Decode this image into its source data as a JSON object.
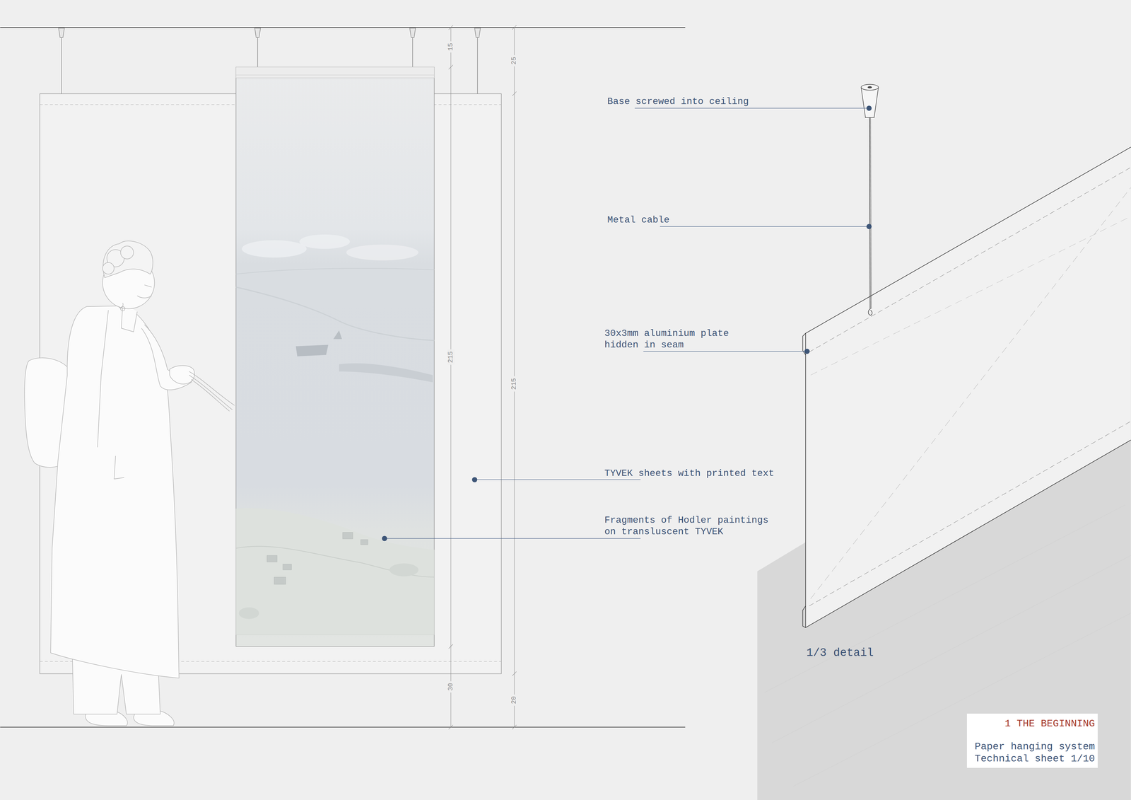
{
  "diagram": {
    "nodes": [
      {
        "text": [
          "1 THE BEGINNING",
          "Paper hanging system Technical sheet 1/10"
        ]
      }
    ],
    "labels": [
      "Base screwed into ceiling",
      "Metal cable",
      "30x3mm aluminium plate hidden in seam",
      "TYVEK sheets with printed text",
      "Fragments of Hodler paintings on transluscent TYVEK",
      "15",
      "215",
      "30",
      "25",
      "215",
      "20",
      "1/3 detail"
    ]
  }
}
